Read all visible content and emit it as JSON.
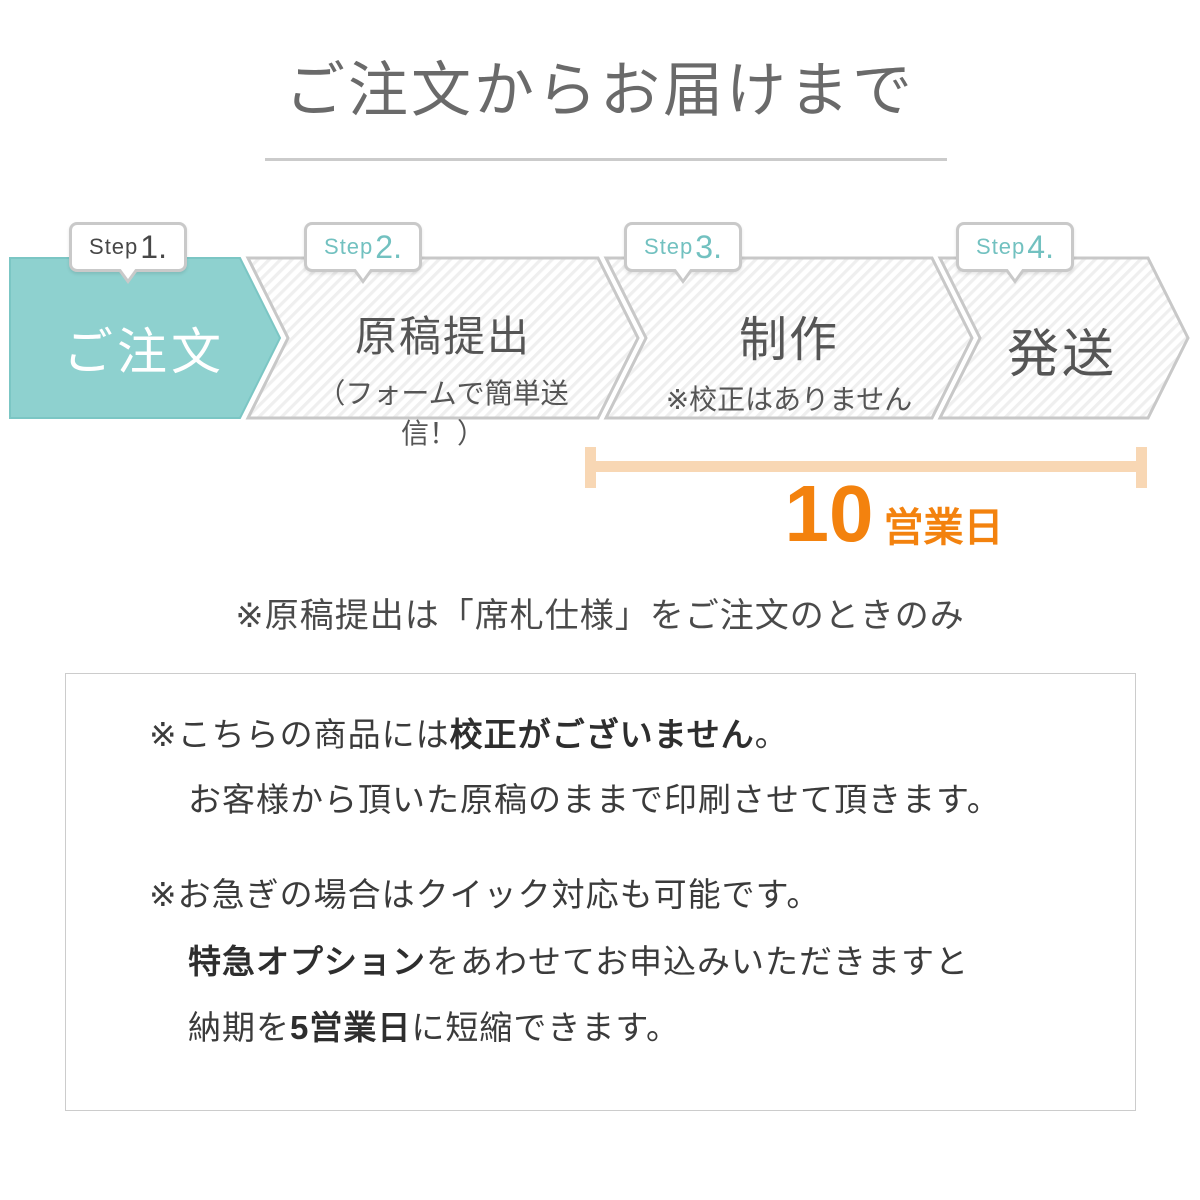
{
  "title": {
    "text": "ご注文からお届けまで"
  },
  "flow": {
    "steps": [
      {
        "badge_word": "Step",
        "badge_num": "1.",
        "label": "ご注文",
        "sublabel": ""
      },
      {
        "badge_word": "Step",
        "badge_num": "2.",
        "label": "原稿提出",
        "sublabel": "（フォームで簡単送信！）"
      },
      {
        "badge_word": "Step",
        "badge_num": "3.",
        "label": "制作",
        "sublabel": "※校正はありません"
      },
      {
        "badge_word": "Step",
        "badge_num": "4.",
        "label": "発送",
        "sublabel": ""
      }
    ]
  },
  "duration": {
    "number": "10",
    "unit": "営業日"
  },
  "note": {
    "text": "※原稿提出は「席札仕様」をご注文のときのみ"
  },
  "info_box": {
    "line1": {
      "prefix": "※こちらの商品には",
      "bold": "校正がございません",
      "suffix": "。"
    },
    "line2": {
      "text": "お客様から頂いた原稿のままで印刷させて頂きます。"
    },
    "line3": {
      "text": "※お急ぎの場合はクイック対応も可能です。"
    },
    "line4": {
      "bold": "特急オプション",
      "suffix": "をあわせてお申込みいただきますと"
    },
    "line5": {
      "prefix": "納期を",
      "bold": "5営業日",
      "suffix": "に短縮できます。"
    }
  },
  "colors": {
    "accent_teal": "#8ed1cf",
    "teal_border": "#7bc6c4",
    "accent_orange": "#f3820e",
    "bracket_peach": "#f8d7b4",
    "arrow_border_gray": "#c8c8c8"
  }
}
